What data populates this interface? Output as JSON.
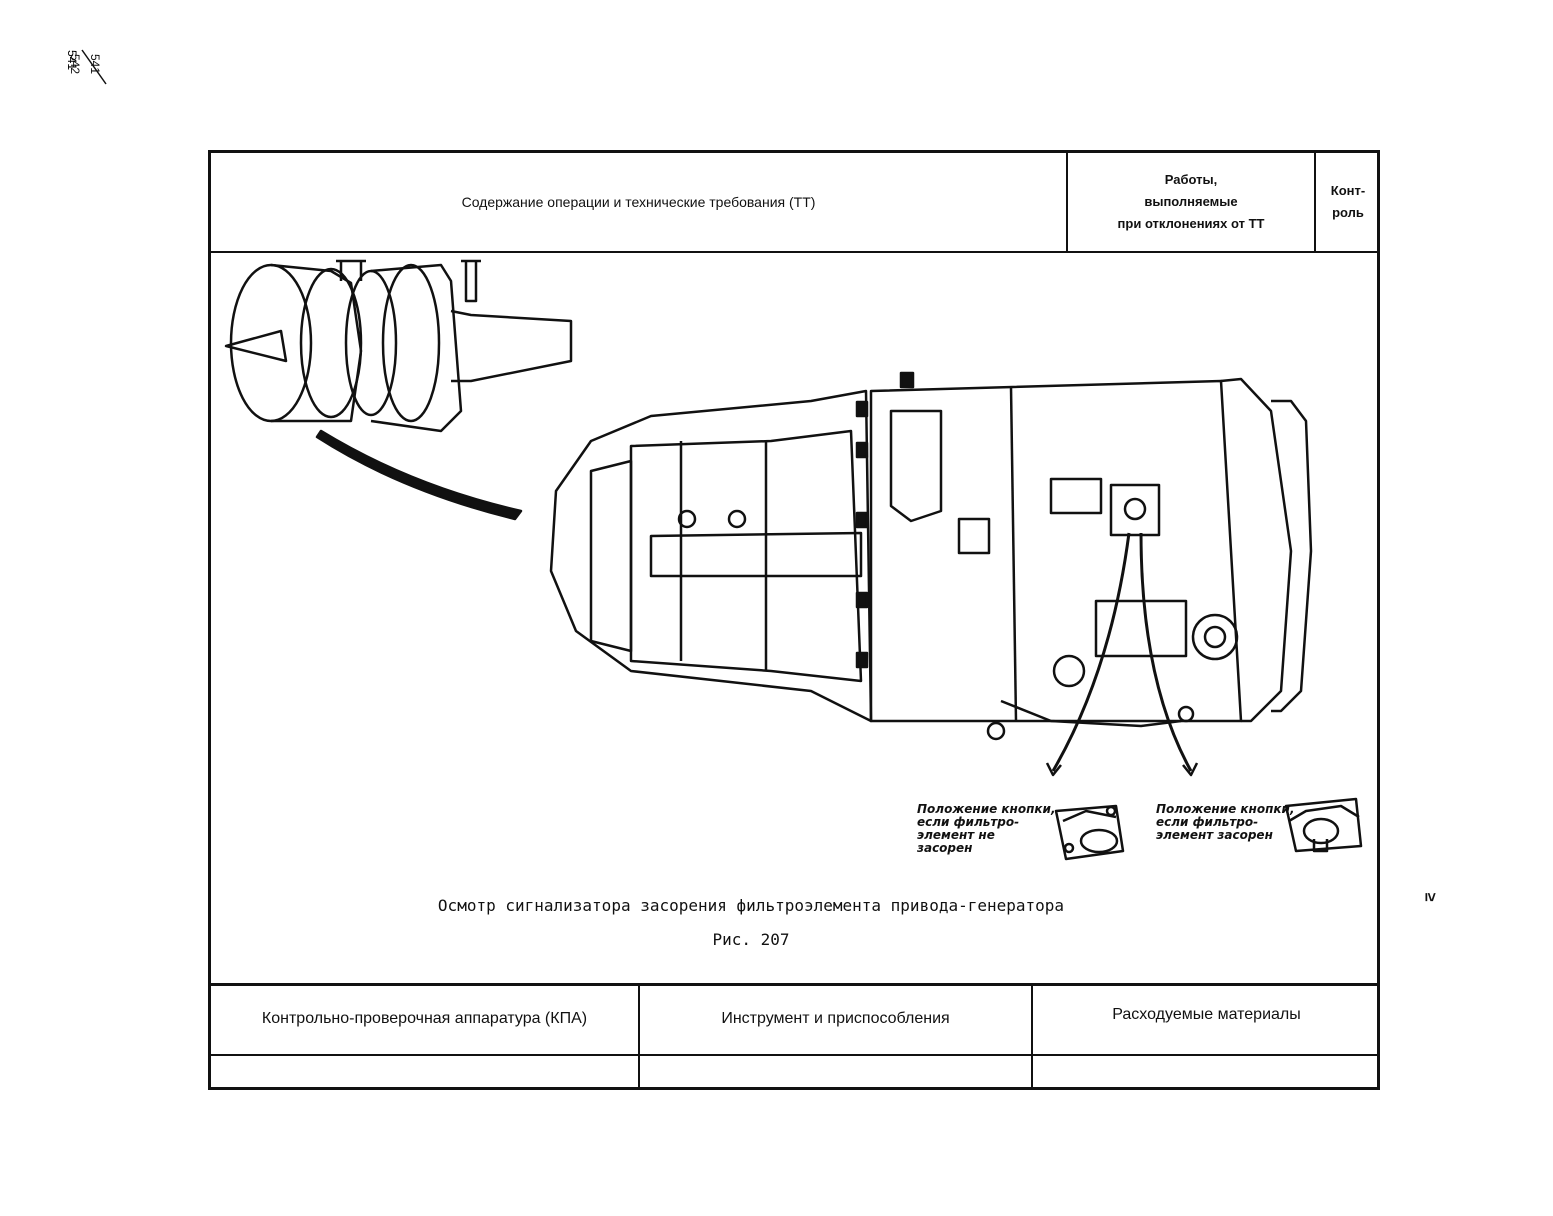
{
  "page_number": {
    "top": "541",
    "bottom": "542"
  },
  "header": {
    "content": "Содержание операции и технические требования (ТТ)",
    "deviation_works_line1": "Работы,",
    "deviation_works_line2": "выполняемые",
    "deviation_works_line3": "при отклонениях от ТТ",
    "control_line1": "Конт-",
    "control_line2": "роль"
  },
  "figure": {
    "note_clean": "Положение кнопки,\nесли фильтро-\nэлемент не\nзасорен",
    "note_clogged": "Положение кнопки,\nесли фильтро-\nэлемент засорен",
    "caption": "Осмотр сигнализатора засорения фильтроэлемента привода-генератора",
    "figure_number": "Рис. 207"
  },
  "footer": {
    "equipment": "Контрольно-проверочная аппаратура (КПА)",
    "tools": "Инструмент и приспособления",
    "materials": "Расходуемые материалы"
  },
  "side_mark": "≥"
}
